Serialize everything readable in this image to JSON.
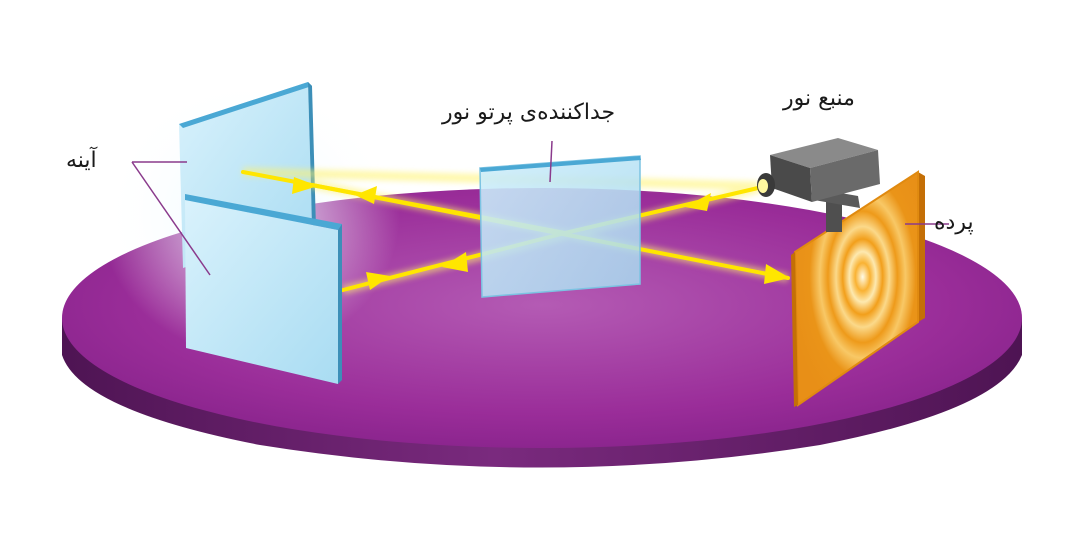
{
  "labels": {
    "light_source": "منبع نور",
    "beam_splitter": "جداکننده‌ی پرتو نور",
    "mirror": "آینه",
    "screen": "پرده"
  },
  "colors": {
    "table_top": "#9b2c9b",
    "table_side": "#6a1f6c",
    "glass": "#bfe6f7",
    "glass_edge": "#4aa8d4",
    "beam": "#ffe600",
    "screen": "#f5a623",
    "source_body": "#5e5e5e"
  }
}
